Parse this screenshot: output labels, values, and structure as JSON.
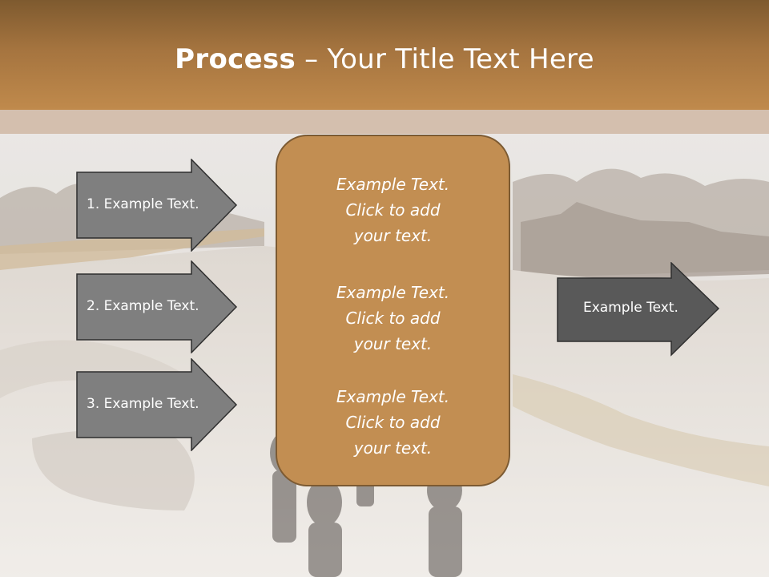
{
  "slide": {
    "title_bold": "Process",
    "title_rest": " – Your Title Text Here"
  },
  "left_arrows": [
    {
      "label": "1. Example Text."
    },
    {
      "label": "2. Example Text."
    },
    {
      "label": "3. Example Text."
    }
  ],
  "center_box": {
    "blocks": [
      {
        "line1": "Example Text.",
        "line2": "Click  to add",
        "line3": "your text."
      },
      {
        "line1": "Example Text.",
        "line2": "Click  to add",
        "line3": "your text."
      },
      {
        "line1": "Example Text.",
        "line2": "Click  to add",
        "line3": "your text."
      }
    ]
  },
  "right_arrow": {
    "label": "Example Text."
  },
  "colors": {
    "header": "#a5743f",
    "center_box": "#c28e52",
    "left_arrow_fill": "#7f7f7f",
    "right_arrow_fill": "#595959"
  }
}
